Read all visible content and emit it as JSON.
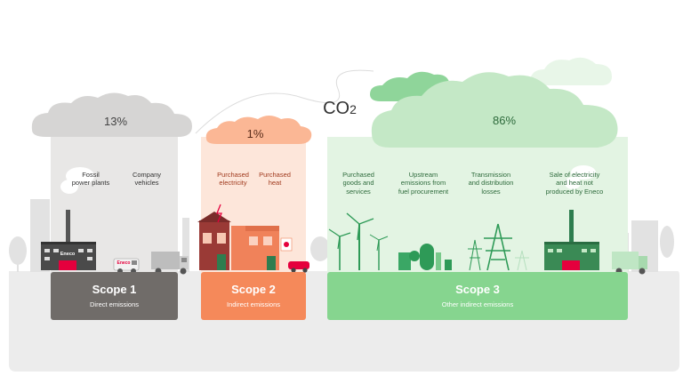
{
  "co2": {
    "text": "CO",
    "sub": "2"
  },
  "scopes": [
    {
      "title": "Scope 1",
      "subtitle": "Direct emissions",
      "percent": "13%",
      "labels": [
        {
          "lines": [
            "Fossil",
            "power plants"
          ]
        },
        {
          "lines": [
            "Company",
            "vehicles"
          ]
        }
      ]
    },
    {
      "title": "Scope 2",
      "subtitle": "Indirect emissions",
      "percent": "1%",
      "labels": [
        {
          "lines": [
            "Purchased",
            "electricity"
          ]
        },
        {
          "lines": [
            "Purchased",
            "heat"
          ]
        }
      ]
    },
    {
      "title": "Scope 3",
      "subtitle": "Other indirect emissions",
      "percent": "86%",
      "labels": [
        {
          "lines": [
            "Purchased",
            "goods and",
            "services"
          ]
        },
        {
          "lines": [
            "Upstream",
            "emissions from",
            "fuel procurement"
          ]
        },
        {
          "lines": [
            "Transmission",
            "and distribution",
            "losses"
          ]
        },
        {
          "lines": [
            "Sale of electricity",
            "and heat not",
            "produced by Eneco"
          ]
        }
      ]
    }
  ],
  "brand": {
    "logo_text": "Eneco"
  },
  "colors": {
    "scope1_dark": "#706c69",
    "scope1_light": "#e8e7e6",
    "scope1_cloud": "#d6d5d4",
    "scope2_dark": "#f5895a",
    "scope2_light": "#fde6da",
    "scope2_cloud": "#fbb795",
    "scope3_dark": "#86d58f",
    "scope3_light": "#e3f4e3",
    "scope3_cloud": "#c4e8c6",
    "ground": "#ececec",
    "brand_red": "#e5003d"
  }
}
